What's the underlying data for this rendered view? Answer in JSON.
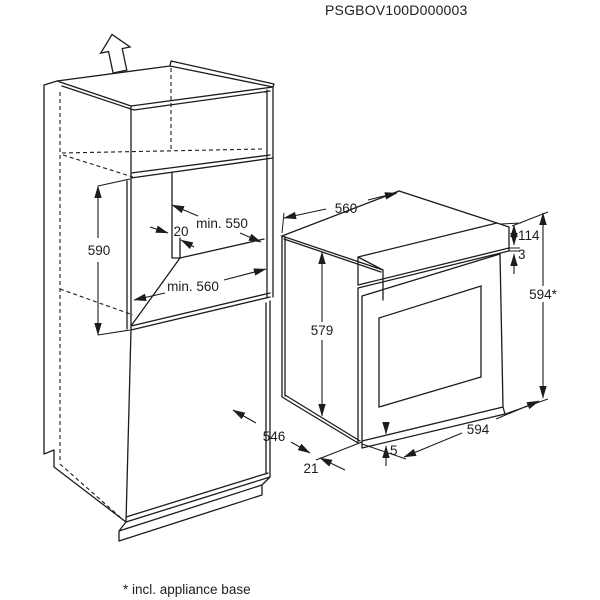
{
  "title_code": "PSGBOV100D000003",
  "footnote": "* incl. appliance base",
  "diagram": {
    "description": "built-in oven cabinet niche and appliance dimension drawing",
    "colors": {
      "line": "#1c1c1c",
      "background": "#ffffff"
    },
    "cabinet_dims": {
      "niche_height": "590",
      "rear_gap": "20",
      "niche_depth": "min. 550",
      "niche_width": "min. 560"
    },
    "oven_dims": {
      "top_width": "560",
      "body_height": "579",
      "panel_height": "114",
      "panel_gap": "3",
      "total_height": "594*",
      "front_width": "594",
      "base_height": "5",
      "front_protrusion": "21",
      "depth": "546"
    }
  }
}
